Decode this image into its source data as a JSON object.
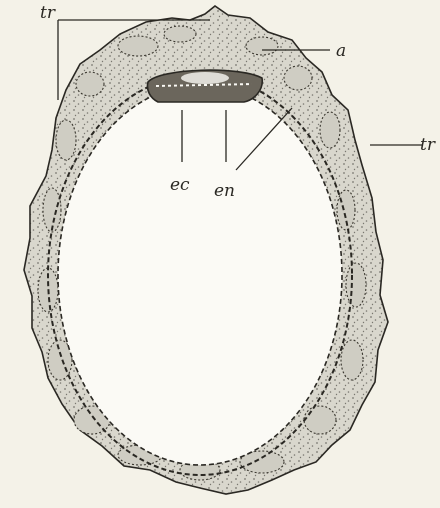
{
  "labels": {
    "tr_top": "tr",
    "a": "a",
    "tr_right": "tr",
    "ec": "ec",
    "en": "en"
  },
  "colors": {
    "paper": "#f4f2e8",
    "ink": "#2a2823",
    "tissue": "#d9d7cd",
    "cell_fill": "#cfcdc3",
    "cavity": "#fbfaf5",
    "embryo_disc": "#6b665c"
  }
}
